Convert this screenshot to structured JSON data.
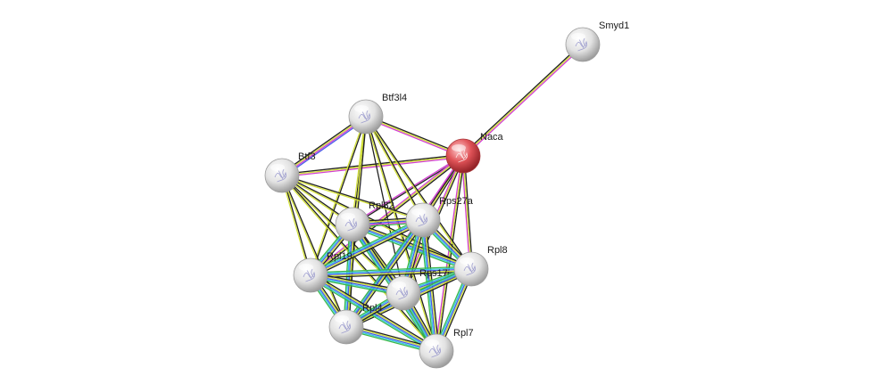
{
  "network": {
    "query_node": "Naca",
    "nodes": [
      {
        "id": "Smyd1",
        "label": "Smyd1",
        "query": false
      },
      {
        "id": "Btf3l4",
        "label": "Btf3l4",
        "query": false
      },
      {
        "id": "Naca",
        "label": "Naca",
        "query": true
      },
      {
        "id": "Btf3",
        "label": "Btf3",
        "query": false
      },
      {
        "id": "Rpl32",
        "label": "Rpl32",
        "query": false
      },
      {
        "id": "Rps27a",
        "label": "Rps27a",
        "query": false
      },
      {
        "id": "Rpl8",
        "label": "Rpl8",
        "query": false
      },
      {
        "id": "Rpl19",
        "label": "Rpl19",
        "query": false
      },
      {
        "id": "Rps17",
        "label": "Rps17",
        "query": false
      },
      {
        "id": "Rpl4",
        "label": "Rpl4",
        "query": false
      },
      {
        "id": "Rpl7",
        "label": "Rpl7",
        "query": false
      }
    ],
    "edge_colors": {
      "black": "#222222",
      "yellow": "#d4e23a",
      "magenta": "#d23fd2",
      "blue": "#4a5ce8",
      "cyan": "#37c8e0",
      "green": "#3cb84a",
      "olive": "#8a8a2a"
    },
    "node_colors": {
      "query": "#d9454a",
      "default": "#e6e6e6"
    },
    "edges": [
      {
        "source": "Naca",
        "target": "Smyd1",
        "types": [
          "black",
          "yellow",
          "magenta"
        ]
      },
      {
        "source": "Btf3l4",
        "target": "Naca",
        "types": [
          "black",
          "yellow",
          "magenta"
        ]
      },
      {
        "source": "Btf3",
        "target": "Naca",
        "types": [
          "black",
          "yellow",
          "magenta"
        ]
      },
      {
        "source": "Btf3",
        "target": "Btf3l4",
        "types": [
          "black",
          "yellow",
          "magenta",
          "blue"
        ]
      },
      {
        "source": "Naca",
        "target": "Rpl32",
        "types": [
          "black",
          "magenta"
        ]
      },
      {
        "source": "Naca",
        "target": "Rps27a",
        "types": [
          "black",
          "yellow",
          "magenta"
        ]
      },
      {
        "source": "Naca",
        "target": "Rpl8",
        "types": [
          "black",
          "yellow",
          "magenta"
        ]
      },
      {
        "source": "Naca",
        "target": "Rpl19",
        "types": [
          "black",
          "yellow",
          "magenta"
        ]
      },
      {
        "source": "Naca",
        "target": "Rps17",
        "types": [
          "black",
          "yellow",
          "magenta"
        ]
      },
      {
        "source": "Naca",
        "target": "Rpl4",
        "types": [
          "black",
          "magenta"
        ]
      },
      {
        "source": "Naca",
        "target": "Rpl7",
        "types": [
          "black",
          "yellow",
          "magenta"
        ]
      },
      {
        "source": "Btf3l4",
        "target": "Rpl32",
        "types": [
          "black",
          "yellow"
        ]
      },
      {
        "source": "Btf3l4",
        "target": "Rps27a",
        "types": [
          "black",
          "yellow"
        ]
      },
      {
        "source": "Btf3l4",
        "target": "Rpl8",
        "types": [
          "black",
          "yellow"
        ]
      },
      {
        "source": "Btf3l4",
        "target": "Rpl19",
        "types": [
          "black",
          "yellow"
        ]
      },
      {
        "source": "Btf3l4",
        "target": "Rps17",
        "types": [
          "black"
        ]
      },
      {
        "source": "Btf3l4",
        "target": "Rpl4",
        "types": [
          "black",
          "yellow"
        ]
      },
      {
        "source": "Btf3l4",
        "target": "Rpl7",
        "types": [
          "black",
          "yellow"
        ]
      },
      {
        "source": "Btf3",
        "target": "Rpl32",
        "types": [
          "black",
          "yellow"
        ]
      },
      {
        "source": "Btf3",
        "target": "Rps27a",
        "types": [
          "black",
          "yellow"
        ]
      },
      {
        "source": "Btf3",
        "target": "Rpl8",
        "types": [
          "black",
          "yellow"
        ]
      },
      {
        "source": "Btf3",
        "target": "Rpl19",
        "types": [
          "black",
          "yellow"
        ]
      },
      {
        "source": "Btf3",
        "target": "Rps17",
        "types": [
          "black",
          "yellow"
        ]
      },
      {
        "source": "Btf3",
        "target": "Rpl4",
        "types": [
          "black",
          "yellow"
        ]
      },
      {
        "source": "Btf3",
        "target": "Rpl7",
        "types": [
          "black",
          "yellow"
        ]
      },
      {
        "source": "Rpl32",
        "target": "Rps27a",
        "types": [
          "black",
          "yellow",
          "blue",
          "magenta",
          "green"
        ]
      },
      {
        "source": "Rpl32",
        "target": "Rpl8",
        "types": [
          "black",
          "yellow",
          "blue",
          "cyan",
          "green"
        ]
      },
      {
        "source": "Rpl32",
        "target": "Rpl19",
        "types": [
          "black",
          "yellow",
          "blue",
          "cyan",
          "green"
        ]
      },
      {
        "source": "Rpl32",
        "target": "Rps17",
        "types": [
          "black",
          "yellow",
          "blue",
          "cyan",
          "green"
        ]
      },
      {
        "source": "Rpl32",
        "target": "Rpl4",
        "types": [
          "black",
          "yellow",
          "blue",
          "cyan",
          "green"
        ]
      },
      {
        "source": "Rpl32",
        "target": "Rpl7",
        "types": [
          "black",
          "yellow",
          "blue",
          "cyan",
          "green"
        ]
      },
      {
        "source": "Rps27a",
        "target": "Rpl8",
        "types": [
          "black",
          "yellow",
          "blue",
          "cyan",
          "green"
        ]
      },
      {
        "source": "Rps27a",
        "target": "Rpl19",
        "types": [
          "black",
          "yellow",
          "blue",
          "cyan",
          "green"
        ]
      },
      {
        "source": "Rps27a",
        "target": "Rps17",
        "types": [
          "black",
          "yellow",
          "blue",
          "cyan",
          "green"
        ]
      },
      {
        "source": "Rps27a",
        "target": "Rpl4",
        "types": [
          "black",
          "yellow",
          "blue",
          "cyan",
          "green"
        ]
      },
      {
        "source": "Rps27a",
        "target": "Rpl7",
        "types": [
          "black",
          "yellow",
          "blue",
          "cyan",
          "green"
        ]
      },
      {
        "source": "Rpl8",
        "target": "Rpl19",
        "types": [
          "black",
          "yellow",
          "blue",
          "cyan",
          "green"
        ]
      },
      {
        "source": "Rpl8",
        "target": "Rps17",
        "types": [
          "black",
          "yellow",
          "blue",
          "cyan",
          "green"
        ]
      },
      {
        "source": "Rpl8",
        "target": "Rpl4",
        "types": [
          "black",
          "yellow",
          "blue",
          "cyan",
          "green"
        ]
      },
      {
        "source": "Rpl8",
        "target": "Rpl7",
        "types": [
          "black",
          "yellow",
          "blue",
          "cyan",
          "green"
        ]
      },
      {
        "source": "Rpl19",
        "target": "Rps17",
        "types": [
          "black",
          "yellow",
          "blue",
          "cyan",
          "green"
        ]
      },
      {
        "source": "Rpl19",
        "target": "Rpl4",
        "types": [
          "black",
          "yellow",
          "blue",
          "cyan",
          "green"
        ]
      },
      {
        "source": "Rpl19",
        "target": "Rpl7",
        "types": [
          "black",
          "yellow",
          "blue",
          "cyan",
          "green"
        ]
      },
      {
        "source": "Rps17",
        "target": "Rpl4",
        "types": [
          "black",
          "yellow",
          "blue",
          "cyan",
          "green"
        ]
      },
      {
        "source": "Rps17",
        "target": "Rpl7",
        "types": [
          "black",
          "yellow",
          "blue",
          "cyan",
          "green"
        ]
      },
      {
        "source": "Rpl4",
        "target": "Rpl7",
        "types": [
          "black",
          "yellow",
          "blue",
          "cyan",
          "green"
        ]
      }
    ]
  }
}
